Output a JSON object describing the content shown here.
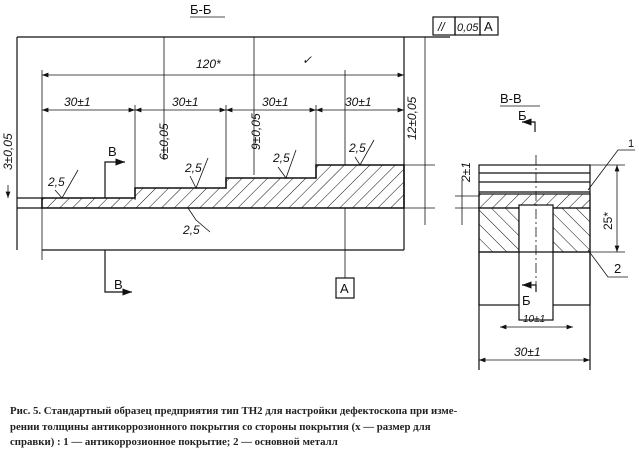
{
  "section_bb": {
    "title": "Б-Б",
    "overall_length": "120*",
    "step_lengths": [
      "30±1",
      "30±1",
      "30±1",
      "30±1"
    ],
    "heights": [
      "3±0,05",
      "6±0,05",
      "9±0,05",
      "12±0,05"
    ],
    "roughness": [
      "2,5",
      "2,5",
      "2,5",
      "2,5",
      "2,5"
    ],
    "tolerance_frame": {
      "symbol": "//",
      "value": "0,05",
      "datum": "A"
    },
    "datum_label": "A",
    "section_mark": "В",
    "check_mark": "✓"
  },
  "section_vv": {
    "title": "В-В",
    "section_mark": "Б",
    "coating_thickness": "2±1",
    "height": "25*",
    "slot_width": "10±1",
    "width": "30±1",
    "callouts": [
      "1",
      "2"
    ]
  },
  "caption": {
    "lines": [
      "Рис. 5. Стандартный образец предприятия тип ТН2 для настройки дефектоскопа при изме-",
      "рении толщины антикоррозионного покрытия со стороны покрытия   (х — размер для",
      "справки) : 1 — антикоррозионное покрытие;  2 — основной металл"
    ]
  }
}
